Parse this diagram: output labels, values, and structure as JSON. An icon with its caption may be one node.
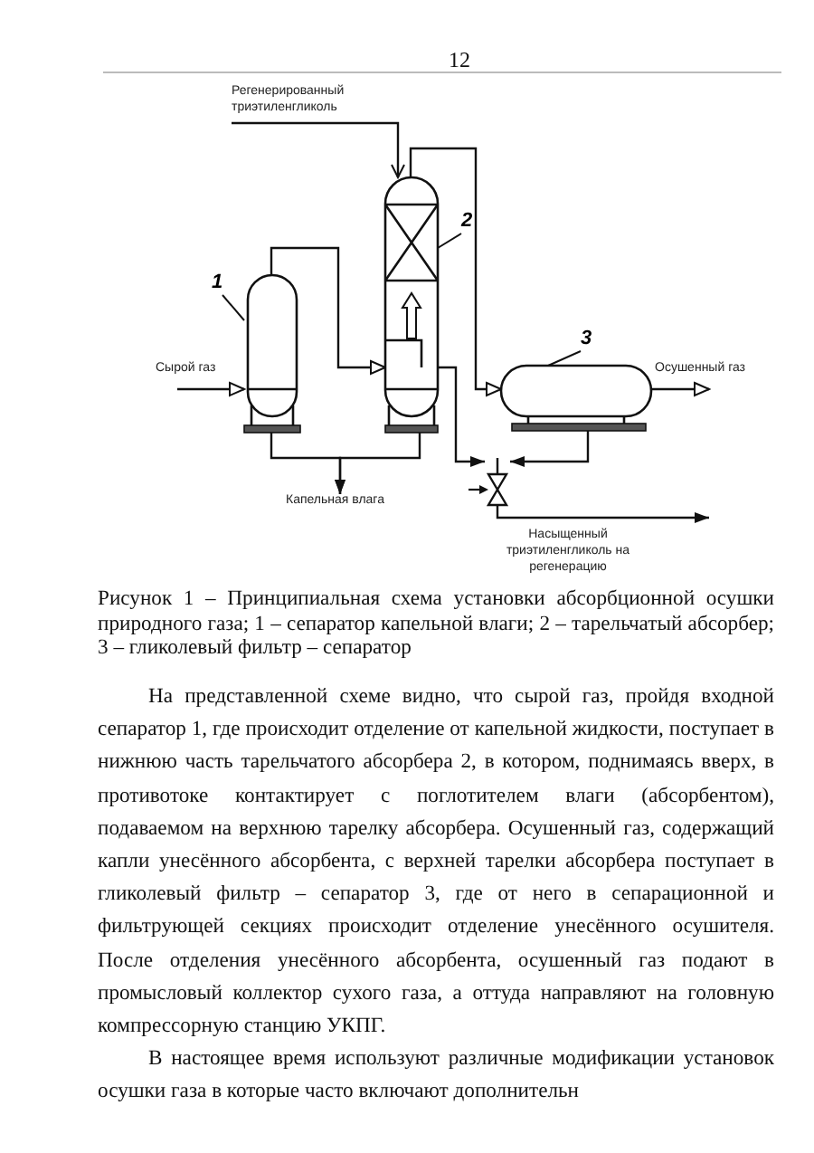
{
  "diagram": {
    "caption": "Рисунок 1 – Принципиальная схема установки абсорбционной осушки природного газа; 1 – сепаратор капельной влаги; 2 – тарельчатый абсорбер; 3 – гликолевый фильтр – сепаратор",
    "nodes": [
      {
        "text": [
          "Регенерированный триэтиленгликоль"
        ]
      },
      {
        "text": [
          "1"
        ]
      },
      {
        "text": [],
        "shape": "cylinder"
      },
      {
        "text": [
          "2"
        ]
      },
      {
        "text": [],
        "shape": "cylinder"
      },
      {
        "text": [
          "3"
        ]
      },
      {
        "text": [],
        "shape": "cylinder"
      },
      {
        "text": [
          "Сырой газ"
        ]
      },
      {
        "text": [
          "Осушенный газ"
        ]
      },
      {
        "text": [
          "Капельная влага"
        ]
      },
      {
        "text": [],
        "shape": "valve"
      }
    ],
    "edges": [
      {
        "from": 0,
        "to": 4,
        "arrow": "to"
      },
      {
        "from": 7,
        "to": 2,
        "arrow": "to"
      },
      {
        "from": 2,
        "to": 4,
        "arrow": "to"
      },
      {
        "from": 4,
        "to": 6,
        "arrow": "to"
      },
      {
        "from": 6,
        "to": 8,
        "arrow": "to"
      },
      {
        "from": 2,
        "to": 9,
        "arrow": "to"
      },
      {
        "from": 4,
        "to": 9,
        "arrow": "to"
      },
      {
        "from": 4,
        "to": 10,
        "arrow": "to"
      },
      {
        "from": 6,
        "to": 10,
        "arrow": "to"
      },
      {
        "from": 10,
        "to": null,
        "arrow": "to"
      },
      {
        "from": 1,
        "to": 2,
        "arrow": "none"
      },
      {
        "from": 3,
        "to": 4,
        "arrow": "none"
      },
      {
        "from": 5,
        "to": 6,
        "arrow": "none"
      }
    ],
    "labels": [
      "12",
      "Насыщенный триэтиленгликоль на регенерацию",
      "На представленной схеме видно, что сырой газ, пройдя входной сепаратор 1, где происходит отделение от капельной жидкости, поступает в нижнюю часть тарельчатого абсорбера 2, в котором, поднимаясь вверх, в противотоке контактирует с поглотителем влаги (абсорбентом), подаваемом на верхнюю тарелку абсорбера. Осушенный газ, содержащий капли унесённого абсорбента, с верхней тарелки абсорбера поступает в гликолевый фильтр – сепаратор 3, где от него в сепарационной и фильтрующей секциях происходит отделение унесённого осушителя. После отделения унесённого абсорбента, осушенный газ подают в промысловый коллектор сухого газа, а оттуда направляют на головную компрессорную станцию УКПГ.",
      "В настоящее время используют различные модификации установок осушки газа в которые часто включают дополнительн"
    ]
  }
}
